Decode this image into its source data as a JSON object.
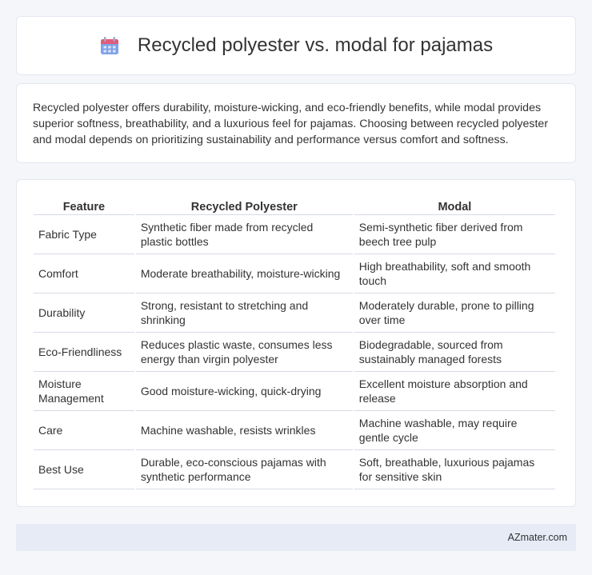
{
  "header": {
    "title": "Recycled polyester vs. modal for pajamas",
    "icon": "calendar-icon",
    "icon_colors": {
      "top": "#e35a7a",
      "body": "#7ea2e8",
      "dots": "#c9d7f5"
    }
  },
  "summary": {
    "text": "Recycled polyester offers durability, moisture-wicking, and eco-friendly benefits, while modal provides superior softness, breathability, and a luxurious feel for pajamas. Choosing between recycled polyester and modal depends on prioritizing sustainability and performance versus comfort and softness."
  },
  "table": {
    "headers": [
      "Feature",
      "Recycled Polyester",
      "Modal"
    ],
    "rows": [
      [
        "Fabric Type",
        "Synthetic fiber made from recycled plastic bottles",
        "Semi-synthetic fiber derived from beech tree pulp"
      ],
      [
        "Comfort",
        "Moderate breathability, moisture-wicking",
        "High breathability, soft and smooth touch"
      ],
      [
        "Durability",
        "Strong, resistant to stretching and shrinking",
        "Moderately durable, prone to pilling over time"
      ],
      [
        "Eco-Friendliness",
        "Reduces plastic waste, consumes less energy than virgin polyester",
        "Biodegradable, sourced from sustainably managed forests"
      ],
      [
        "Moisture Management",
        "Good moisture-wicking, quick-drying",
        "Excellent moisture absorption and release"
      ],
      [
        "Care",
        "Machine washable, resists wrinkles",
        "Machine washable, may require gentle cycle"
      ],
      [
        "Best Use",
        "Durable, eco-conscious pajamas with synthetic performance",
        "Soft, breathable, luxurious pajamas for sensitive skin"
      ]
    ]
  },
  "footer": {
    "text": "AZmater.com"
  }
}
